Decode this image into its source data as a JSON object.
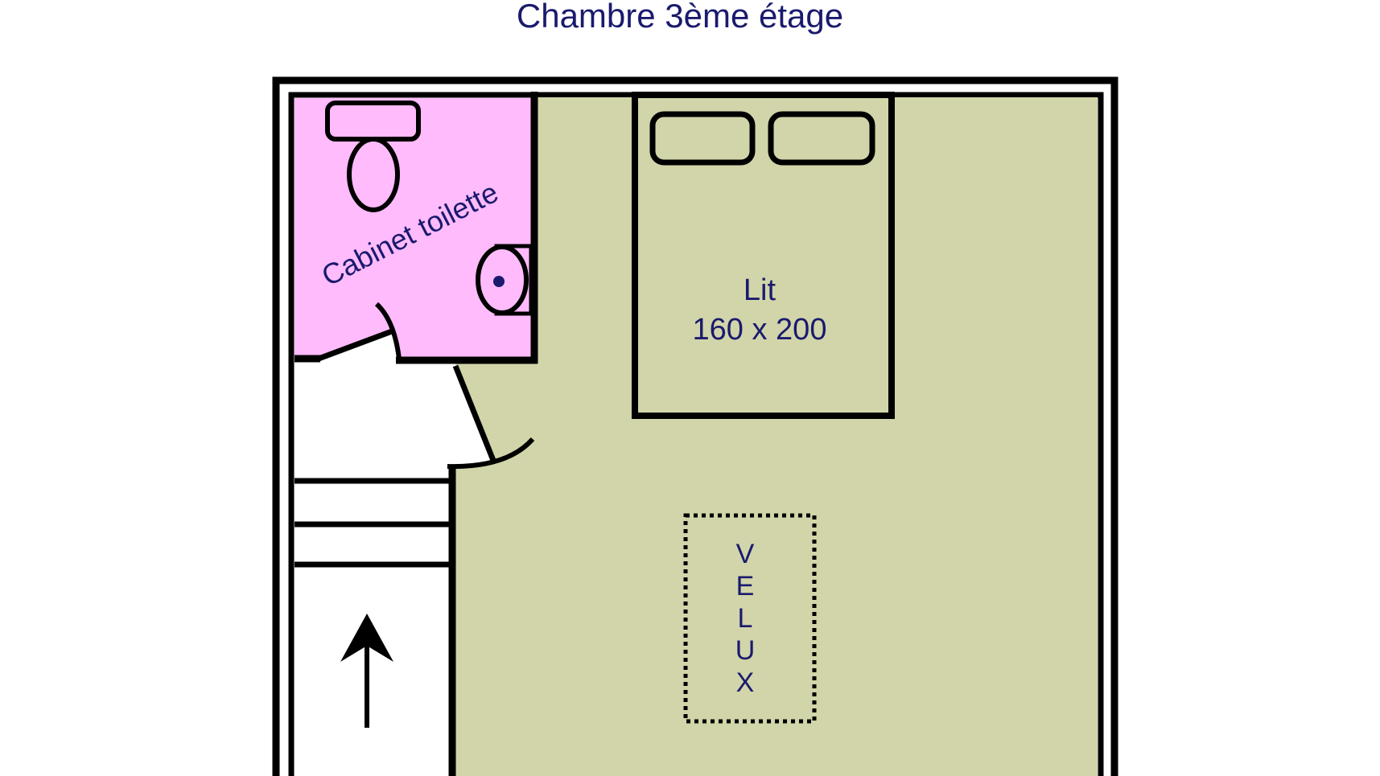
{
  "title": "Chambre 3ème étage",
  "rooms": {
    "bathroom_label": "Cabinet toilette",
    "bed_label": "Lit",
    "bed_size": "160 x 200",
    "skylight_letters": [
      "V",
      "E",
      "L",
      "U",
      "X"
    ]
  },
  "colors": {
    "text": "#1a1a6e",
    "room_fill": "#d1d5a9",
    "bathroom_fill": "#ffbbfb",
    "wall": "#000000",
    "background": "#ffffff"
  }
}
